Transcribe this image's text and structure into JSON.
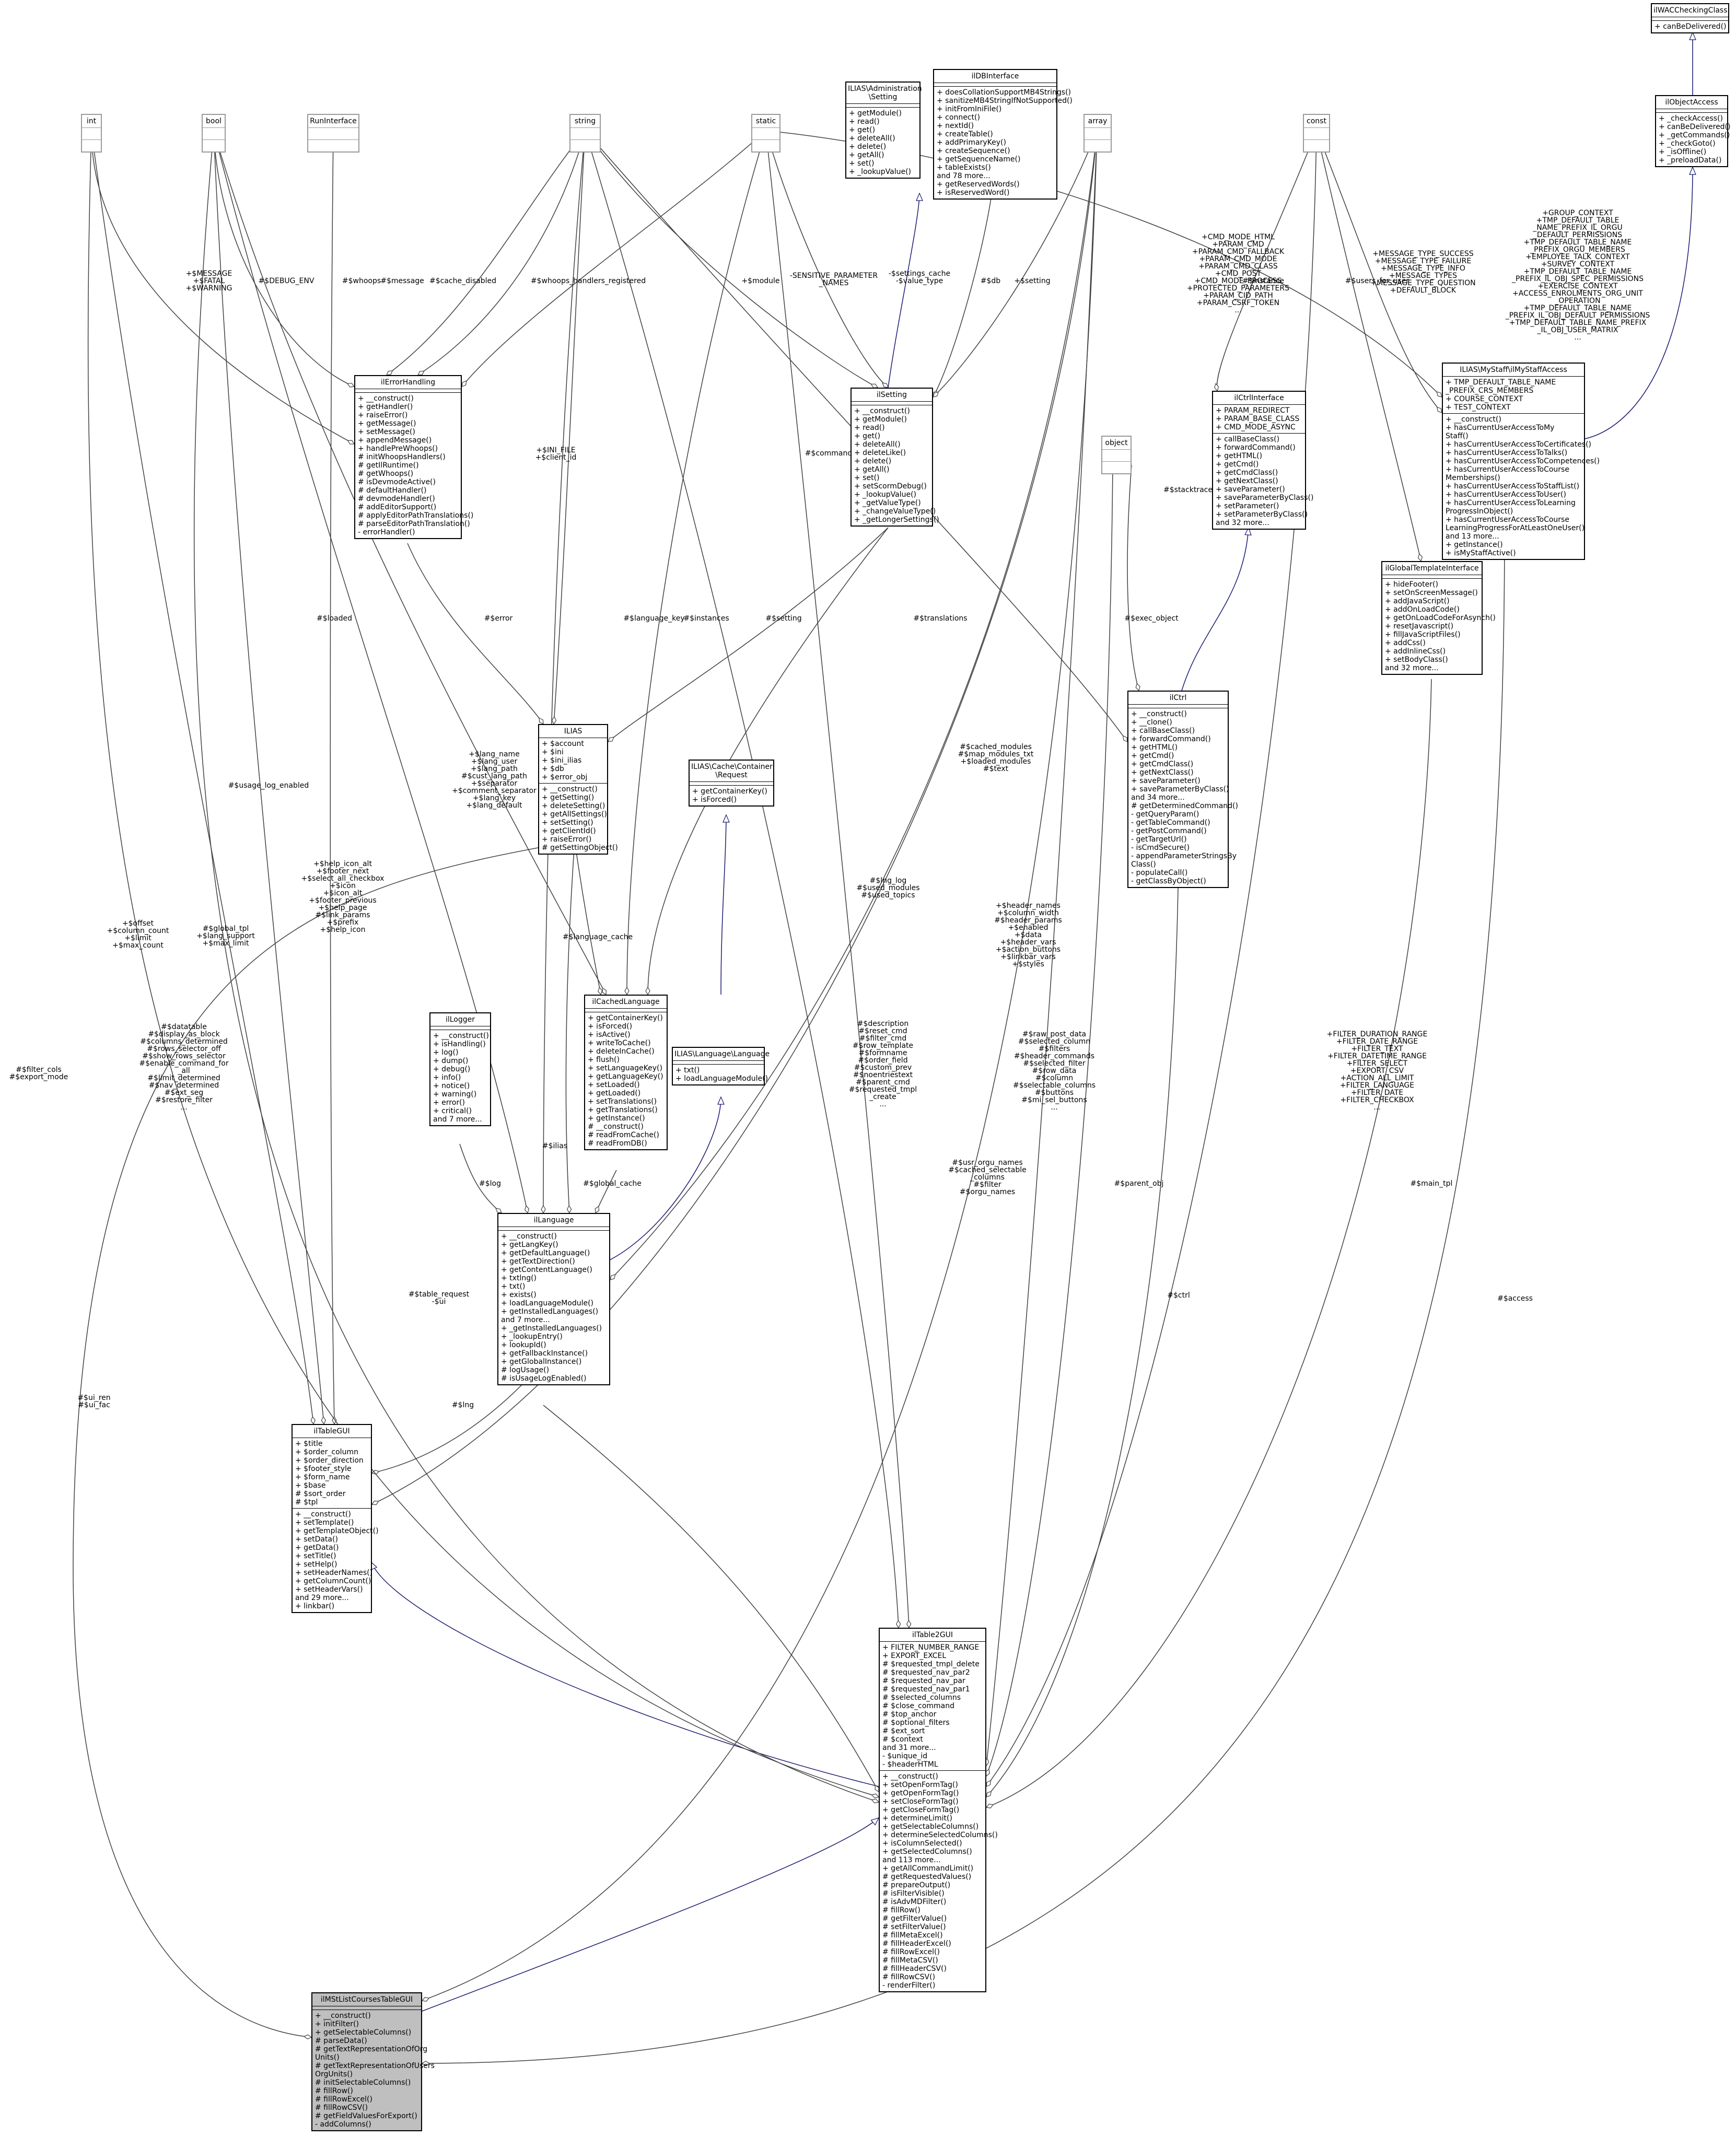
{
  "classes": {
    "iwac": {
      "title": "ilWACCheckingClass",
      "attributes": [],
      "methods": [
        "+ canBeDelivered()"
      ]
    },
    "objaccess": {
      "title": "ilObjectAccess",
      "attributes": [],
      "methods": [
        "+ _checkAccess()",
        "+ canBeDelivered()",
        "+ _getCommands()",
        "+ _checkGoto()",
        "+ _isOffline()",
        "+ _preloadData()"
      ]
    },
    "int": {
      "title": "int",
      "attributes": [],
      "methods": []
    },
    "bool": {
      "title": "bool",
      "attributes": [],
      "methods": []
    },
    "runiface": {
      "title": "RunInterface",
      "attributes": [],
      "methods": []
    },
    "string": {
      "title": "string",
      "attributes": [],
      "methods": []
    },
    "static": {
      "title": "static",
      "attributes": [],
      "methods": []
    },
    "adminsetting": {
      "title": "ILIAS\\Administration\n\\Setting",
      "attributes": [],
      "methods": [
        "+ getModule()",
        "+ read()",
        "+ get()",
        "+ deleteAll()",
        "+ delete()",
        "+ getAll()",
        "+ set()",
        "+ _lookupValue()"
      ]
    },
    "dbiface": {
      "title": "ilDBInterface",
      "attributes": [],
      "methods": [
        "+ doesCollationSupportMB4Strings()",
        "+ sanitizeMB4StringIfNotSupported()",
        "+ initFromIniFile()",
        "+ connect()",
        "+ nextId()",
        "+ createTable()",
        "+ addPrimaryKey()",
        "+ createSequence()",
        "+ getSequenceName()",
        "+ tableExists()",
        "and 78 more...",
        "+ getReservedWords()",
        "+ isReservedWord()"
      ]
    },
    "array": {
      "title": "array",
      "attributes": [],
      "methods": []
    },
    "const": {
      "title": "const",
      "attributes": [],
      "methods": []
    },
    "errhandling": {
      "title": "ilErrorHandling",
      "attributes": [],
      "methods": [
        "+ __construct()",
        "+ getHandler()",
        "+ raiseError()",
        "+ getMessage()",
        "+ setMessage()",
        "+ appendMessage()",
        "+ handlePreWhoops()",
        "# initWhoopsHandlers()",
        "# getIlRuntime()",
        "# getWhoops()",
        "# isDevmodeActive()",
        "# defaultHandler()",
        "# devmodeHandler()",
        "# addEditorSupport()",
        "# applyEditorPathTranslations()",
        "# parseEditorPathTranslation()",
        "- errorHandler()"
      ]
    },
    "setting": {
      "title": "ilSetting",
      "attributes": [],
      "methods": [
        "+ __construct()",
        "+ getModule()",
        "+ read()",
        "+ get()",
        "+ deleteAll()",
        "+ deleteLike()",
        "+ delete()",
        "+ getAll()",
        "+ set()",
        "+ setScormDebug()",
        "+ _lookupValue()",
        "+ _getValueType()",
        "+ _changeValueType()",
        "+ _getLongerSettings()"
      ]
    },
    "mystaff": {
      "title": "ILIAS\\MyStaff\\ilMyStaffAccess",
      "attributes": [
        "+ TMP_DEFAULT_TABLE_NAME",
        "_PREFIX_CRS_MEMBERS",
        "+ COURSE_CONTEXT",
        "+ TEST_CONTEXT"
      ],
      "methods": [
        "+ __construct()",
        "+ hasCurrentUserAccessToMy",
        "Staff()",
        "+ hasCurrentUserAccessToCertificates()",
        "+ hasCurrentUserAccessToTalks()",
        "+ hasCurrentUserAccessToCompetences()",
        "+ hasCurrentUserAccessToCourse",
        "Memberships()",
        "+ hasCurrentUserAccessToStaffList()",
        "+ hasCurrentUserAccessToUser()",
        "+ hasCurrentUserAccessToLearning",
        "ProgressInObject()",
        "+ hasCurrentUserAccessToCourse",
        "LearningProgressForAtLeastOneUser()",
        "and 13 more...",
        "+ getInstance()",
        "+ isMyStaffActive()"
      ]
    },
    "ctrliface": {
      "title": "ilCtrlInterface",
      "attributes": [
        "+ PARAM_REDIRECT",
        "+ PARAM_BASE_CLASS",
        "+ CMD_MODE_ASYNC"
      ],
      "methods": [
        "+ callBaseClass()",
        "+ forwardCommand()",
        "+ getHTML()",
        "+ getCmd()",
        "+ getCmdClass()",
        "+ getNextClass()",
        "+ saveParameter()",
        "+ saveParameterByClass()",
        "+ setParameter()",
        "+ setParameterByClass()",
        "and 32 more..."
      ]
    },
    "object": {
      "title": "object",
      "attributes": [],
      "methods": []
    },
    "globaltpl": {
      "title": "ilGlobalTemplateInterface",
      "attributes": [],
      "methods": [
        "+ hideFooter()",
        "+ setOnScreenMessage()",
        "+ addJavaScript()",
        "+ addOnLoadCode()",
        "+ getOnLoadCodeForAsynch()",
        "+ resetJavascript()",
        "+ fillJavaScriptFiles()",
        "+ addCss()",
        "+ addInlineCss()",
        "+ setBodyClass()",
        "and 32 more..."
      ]
    },
    "ilias": {
      "title": "ILIAS",
      "attributes": [
        "+ $account",
        "+ $ini",
        "+ $ini_ilias",
        "+ $db",
        "+ $error_obj"
      ],
      "methods": [
        "+ __construct()",
        "+ getSetting()",
        "+ deleteSetting()",
        "+ getAllSettings()",
        "+ setSetting()",
        "+ getClientId()",
        "+ raiseError()",
        "# getSettingObject()"
      ]
    },
    "cachereq": {
      "title": "ILIAS\\Cache\\Container\n\\Request",
      "attributes": [],
      "methods": [
        "+ getContainerKey()",
        "+ isForced()"
      ]
    },
    "ctrl": {
      "title": "ilCtrl",
      "attributes": [],
      "methods": [
        "+ __construct()",
        "+ __clone()",
        "+ callBaseClass()",
        "+ forwardCommand()",
        "+ getHTML()",
        "+ getCmd()",
        "+ getCmdClass()",
        "+ getNextClass()",
        "+ saveParameter()",
        "+ saveParameterByClass()",
        "and 34 more...",
        "# getDeterminedCommand()",
        "- getQueryParam()",
        "- getTableCommand()",
        "- getPostCommand()",
        "- getTargetUrl()",
        "- isCmdSecure()",
        "- appendParameterStringsBy",
        "Class()",
        "- populateCall()",
        "- getClassByObject()"
      ]
    },
    "cachedlang": {
      "title": "ilCachedLanguage",
      "attributes": [],
      "methods": [
        "+ getContainerKey()",
        "+ isForced()",
        "+ isActive()",
        "+ writeToCache()",
        "+ deleteInCache()",
        "+ flush()",
        "+ setLanguageKey()",
        "+ getLanguageKey()",
        "+ setLoaded()",
        "+ getLoaded()",
        "+ setTranslations()",
        "+ getTranslations()",
        "+ getInstance()",
        "# __construct()",
        "# readFromCache()",
        "# readFromDB()"
      ]
    },
    "logger": {
      "title": "ilLogger",
      "attributes": [],
      "methods": [
        "+ __construct()",
        "+ isHandling()",
        "+ log()",
        "+ dump()",
        "+ debug()",
        "+ info()",
        "+ notice()",
        "+ warning()",
        "+ error()",
        "+ critical()",
        "and 7 more..."
      ]
    },
    "langlang": {
      "title": "ILIAS\\Language\\Language",
      "attributes": [],
      "methods": [
        "+ txt()",
        "+ loadLanguageModule()"
      ]
    },
    "language": {
      "title": "ilLanguage",
      "attributes": [],
      "methods": [
        "+ __construct()",
        "+ getLangKey()",
        "+ getDefaultLanguage()",
        "+ getTextDirection()",
        "+ getContentLanguage()",
        "+ txtlng()",
        "+ txt()",
        "+ exists()",
        "+ loadLanguageModule()",
        "+ getInstalledLanguages()",
        "and 7 more...",
        "+ _getInstalledLanguages()",
        "+ _lookupEntry()",
        "+ lookupId()",
        "+ getFallbackInstance()",
        "+ getGlobalInstance()",
        "# logUsage()",
        "# isUsageLogEnabled()"
      ]
    },
    "tablegui": {
      "title": "ilTableGUI",
      "attributes": [
        "+ $title",
        "+ $order_column",
        "+ $order_direction",
        "+ $footer_style",
        "+ $form_name",
        "+ $base",
        "# $sort_order",
        "# $tpl"
      ],
      "methods": [
        "+ __construct()",
        "+ setTemplate()",
        "+ getTemplateObject()",
        "+ setData()",
        "+ getData()",
        "+ setTitle()",
        "+ setHelp()",
        "+ setHeaderNames()",
        "+ getColumnCount()",
        "+ setHeaderVars()",
        "and 29 more...",
        "+ linkbar()"
      ]
    },
    "table2gui": {
      "title": "ilTable2GUI",
      "attributes": [
        "+ FILTER_NUMBER_RANGE",
        "+ EXPORT_EXCEL",
        "# $requested_tmpl_delete",
        "# $requested_nav_par2",
        "# $requested_nav_par",
        "# $requested_nav_par1",
        "# $selected_columns",
        "# $close_command",
        "# $top_anchor",
        "# $optional_filters",
        "# $ext_sort",
        "# $context",
        "and 31 more...",
        "- $unique_id",
        "- $headerHTML"
      ],
      "methods": [
        "+ __construct()",
        "+ setOpenFormTag()",
        "+ getOpenFormTag()",
        "+ setCloseFormTag()",
        "+ getCloseFormTag()",
        "+ determineLimit()",
        "+ getSelectableColumns()",
        "+ determineSelectedColumns()",
        "+ isColumnSelected()",
        "+ getSelectedColumns()",
        "and 113 more...",
        "+ getAllCommandLimit()",
        "# getRequestedValues()",
        "# prepareOutput()",
        "# isFilterVisible()",
        "# isAdvMDFilter()",
        "# fillRow()",
        "# getFilterValue()",
        "# setFilterValue()",
        "# fillMetaExcel()",
        "# fillHeaderExcel()",
        "# fillRowExcel()",
        "# fillMetaCSV()",
        "# fillHeaderCSV()",
        "# fillRowCSV()",
        "- renderFilter()"
      ]
    },
    "main": {
      "title": "ilMStListCoursesTableGUI",
      "attributes": [],
      "methods": [
        "+ __construct()",
        "+ initFilter()",
        "+ getSelectableColumns()",
        "# parseData()",
        "# getTextRepresentationOfOrg",
        "Units()",
        "# getTextRepresentationOfUsers",
        "OrgUnits()",
        "# initSelectableColumns()",
        "# fillRow()",
        "# fillRowExcel()",
        "# fillRowCSV()",
        "# getFieldValuesForExport()",
        "- addColumns()"
      ]
    }
  },
  "edge_labels": {
    "int_err": [
      "+$MESSAGE",
      "+$FATAL",
      "+$WARNING"
    ],
    "bool_err": [
      "#$DEBUG_ENV"
    ],
    "str_whoops": [
      "#$whoops"
    ],
    "str_message": [
      "#$message"
    ],
    "str_cache": [
      "#$cache_disabled"
    ],
    "str_whoops_reg": [
      "#$whoops_handlers_registered"
    ],
    "sens": [
      "-SENSITIVE_PARAMETER",
      "_NAMES"
    ],
    "module": [
      "+$module"
    ],
    "settings_cache": [
      "-$settings_cache",
      "-$value_type"
    ],
    "db": [
      "#$db"
    ],
    "setting_set": [
      "+$setting"
    ],
    "instance": [
      "#$instance"
    ],
    "users_for_user": [
      "#$users_for_user"
    ],
    "ctrl_consts": [
      "+CMD_MODE_HTML",
      "+PARAM_CMD",
      "+PARAM_CMD_FALLBACK",
      "+PARAM_CMD_MODE",
      "+PARAM_CMD_CLASS",
      "+CMD_POST",
      "+CMD_MODE_PROCESS",
      "+PROTECTED_PARAMETERS",
      "+PARAM_CID_PATH",
      "+PARAM_CSRF_TOKEN",
      "..."
    ],
    "msg_consts": [
      "+MESSAGE_TYPE_SUCCESS",
      "+MESSAGE_TYPE_FAILURE",
      "+MESSAGE_TYPE_INFO",
      "+MESSAGE_TYPES",
      "+MESSAGE_TYPE_QUESTION",
      "+DEFAULT_BLOCK"
    ],
    "mystaff_consts": [
      "+GROUP_CONTEXT",
      "+TMP_DEFAULT_TABLE",
      "_NAME_PREFIX_IL_ORGU",
      "_DEFAULT_PERMISSIONS",
      "+TMP_DEFAULT_TABLE_NAME",
      "_PREFIX_ORGU_MEMBERS",
      "+EMPLOYEE_TALK_CONTEXT",
      "+SURVEY_CONTEXT",
      "+TMP_DEFAULT_TABLE_NAME",
      "_PREFIX_IL_OBJ_SPEC_PERMISSIONS",
      "+EXERCISE_CONTEXT",
      "+ACCESS_ENROLMENTS_ORG_UNIT",
      "_OPERATION",
      "+TMP_DEFAULT_TABLE_NAME",
      "_PREFIX_IL_OBJ_DEFAULT_PERMISSIONS",
      "+TMP_DEFAULT_TABLE_NAME_PREFIX",
      "_IL_OBJ_USER_MATRIX",
      "..."
    ],
    "command": [
      "#$command"
    ],
    "ini_file": [
      "+$INI_FILE",
      "+$client_id"
    ],
    "stacktrace": [
      "#$stacktrace"
    ],
    "exec_object": [
      "#$exec_object"
    ],
    "loaded": [
      "#$loaded"
    ],
    "error": [
      "#$error"
    ],
    "language_key": [
      "#$language_key"
    ],
    "instances": [
      "#$instances"
    ],
    "setting2": [
      "#$setting"
    ],
    "translations": [
      "#$translations"
    ],
    "usage_log": [
      "#$usage_log_enabled"
    ],
    "lang_name": [
      "+$lang_name",
      "+$lang_user",
      "+$lang_path",
      "#$cust_lang_path",
      "+$separator",
      "+$comment_separator",
      "+$lang_key",
      "+$lang_default"
    ],
    "cached_modules": [
      "#$cached_modules",
      "#$map_modules_txt",
      "+$loaded_modules",
      "#$text"
    ],
    "help_icon": [
      "+$help_icon_alt",
      "+$footer_next",
      "+$select_all_checkbox",
      "+$icon",
      "+$icon_alt",
      "+$footer_previous",
      "+$help_page",
      "#$link_params",
      "+$prefix",
      "+$help_icon"
    ],
    "offset": [
      "+$offset",
      "+$column_count",
      "+$limit",
      "+$max_count"
    ],
    "global_tpl": [
      "#$global_tpl",
      "+$lang_support",
      "+$max_limit"
    ],
    "language_cache": [
      "#$language_cache"
    ],
    "header_names": [
      "+$header_names",
      "+$column_width",
      "#$header_params",
      "+$enabled",
      "+$data",
      "+$header_vars",
      "+$action_buttons",
      "+$linkbar_vars",
      "+$styles"
    ],
    "lng_log": [
      "#$lng_log",
      "#$used_modules",
      "#$used_topics"
    ],
    "description": [
      "#$description",
      "#$reset_cmd",
      "#$filter_cmd",
      "#$row_template",
      "#$formname",
      "#$order_field",
      "#$custom_prev",
      "#$noentriestext",
      "#$parent_cmd",
      "#$requested_tmpl",
      "_create",
      "..."
    ],
    "datatable": [
      "#$datatable",
      "#$display_as_block",
      "#$columns_determined",
      "#$rows_selector_off",
      "#$show_rows_selector",
      "#$enable_command_for",
      "_all",
      "#$limit_determined",
      "#$nav_determined",
      "#$ext_seg",
      "#$restore_filter",
      "..."
    ],
    "ilias_rel": [
      "#$ilias"
    ],
    "raw_post": [
      "#$raw_post_data",
      "#$selected_column",
      "#$filters",
      "#$header_commands",
      "#$selected_filter",
      "#$row_data",
      "#$column",
      "#$selectable_columns",
      "#$buttons",
      "#$mi_sel_buttons",
      "..."
    ],
    "filter_consts": [
      "+FILTER_DURATION_RANGE",
      "+FILTER_DATE_RANGE",
      "+FILTER_TEXT",
      "+FILTER_DATETIME_RANGE",
      "+FILTER_SELECT",
      "+EXPORT_CSV",
      "+ACTION_ALL_LIMIT",
      "+FILTER_LANGUAGE",
      "+FILTER_DATE",
      "+FILTER_CHECKBOX",
      "..."
    ],
    "usr_orgu": [
      "#$usr_orgu_names",
      "#$cached_selectable",
      "_columns",
      "#$filter",
      "#$orgu_names"
    ],
    "log": [
      "#$log"
    ],
    "global_cache": [
      "#$global_cache"
    ],
    "lng": [
      "#$lng"
    ],
    "table_request": [
      "#$table_request",
      "-$ui"
    ],
    "parent_obj": [
      "#$parent_obj"
    ],
    "ctrl_rel": [
      "#$ctrl"
    ],
    "main_tpl": [
      "#$main_tpl"
    ],
    "access": [
      "#$access"
    ],
    "filter_cols": [
      "#$filter_cols",
      "#$export_mode"
    ],
    "ui_ren": [
      "#$ui_ren",
      "#$ui_fac"
    ]
  },
  "colors": {
    "aggregation": "#404040",
    "inheritance": "#191970",
    "node_border": "#000000",
    "primitive_border": "#9a9a9a",
    "highlight": "#bfbfbf"
  }
}
